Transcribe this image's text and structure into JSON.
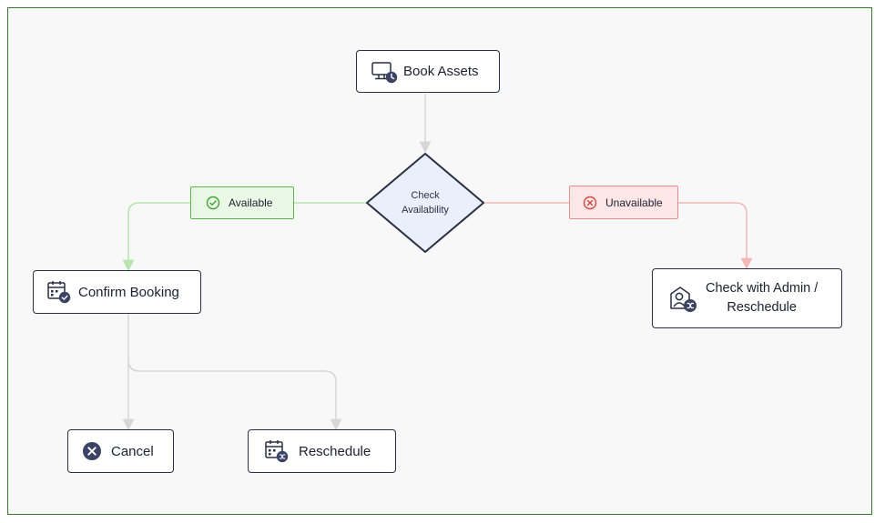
{
  "nodes": {
    "book_assets": {
      "label": "Book Assets",
      "icon": "monitor-clock-icon"
    },
    "check_availability": {
      "line1": "Check",
      "line2": "Availability"
    },
    "confirm_booking": {
      "label": "Confirm Booking",
      "icon": "calendar-check-icon"
    },
    "check_admin": {
      "line1": "Check with Admin /",
      "line2": "Reschedule",
      "icon": "user-shield-shuffle-icon"
    },
    "cancel": {
      "label": "Cancel",
      "icon": "x-circle-icon"
    },
    "reschedule": {
      "label": "Reschedule",
      "icon": "calendar-shuffle-icon"
    }
  },
  "edges": {
    "available": {
      "label": "Available",
      "icon": "check-circle-icon"
    },
    "unavailable": {
      "label": "Unavailable",
      "icon": "x-circle-icon"
    }
  },
  "colors": {
    "node_border": "#2b2f45",
    "diamond_fill": "#eaf0fb",
    "available_line": "#b6e6ae",
    "available_border": "#59b84a",
    "available_fill": "#eaf9e6",
    "unavailable_line": "#f3b9b9",
    "unavailable_border": "#e58e8e",
    "unavailable_fill": "#fde6e6",
    "neutral_line": "#d7d7d7"
  }
}
